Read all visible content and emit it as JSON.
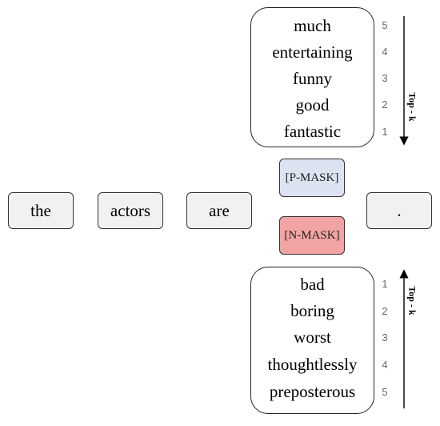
{
  "sentence": {
    "tokens": [
      "the",
      "actors",
      "are",
      "."
    ]
  },
  "masks": {
    "positive": "[P-MASK]",
    "negative": "[N-MASK]",
    "positive_color": "#dbe2f0",
    "negative_color": "#f2a3a3"
  },
  "positive_candidates": {
    "words": [
      "much",
      "entertaining",
      "funny",
      "good",
      "fantastic"
    ],
    "ranks": [
      "5",
      "4",
      "3",
      "2",
      "1"
    ],
    "axis_label": "Top - k"
  },
  "negative_candidates": {
    "words": [
      "bad",
      "boring",
      "worst",
      "thoughtlessly",
      "preposterous"
    ],
    "ranks": [
      "1",
      "2",
      "3",
      "4",
      "5"
    ],
    "axis_label": "Top - k"
  }
}
